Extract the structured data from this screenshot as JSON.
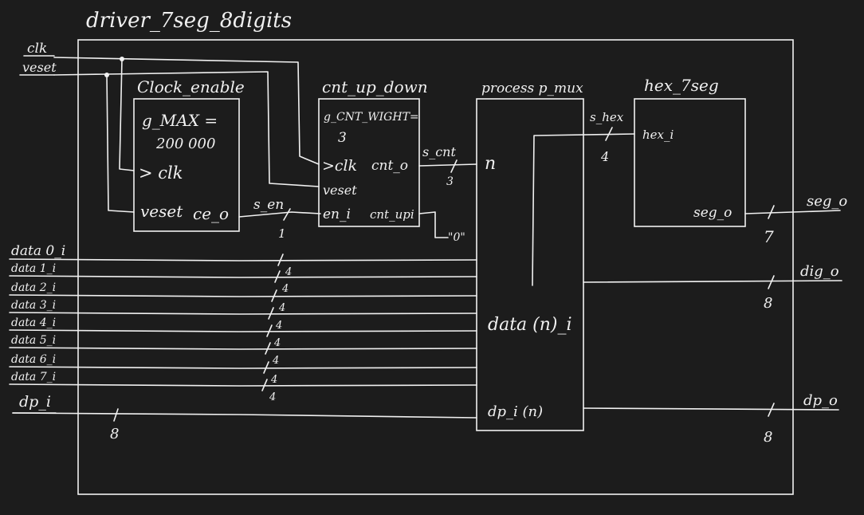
{
  "title": "driver_7seg_8digits",
  "inputs": {
    "clk": "clk",
    "reset": "veset",
    "data": [
      "data 0_i",
      "data 1_i",
      "data 2_i",
      "data 3_i",
      "data 4_i",
      "data 5_i",
      "data 6_i",
      "data 7_i"
    ],
    "dp": "dp_i",
    "dp_width": "8"
  },
  "data_widths": [
    "4",
    "4",
    "4",
    "4",
    "4",
    "4",
    "4",
    "4"
  ],
  "clock_enable": {
    "title": "Clock_enable",
    "generic": "g_MAX =",
    "generic_value": "200 000",
    "port_clk": "> clk",
    "port_reset": "veset",
    "port_out": "ce_o"
  },
  "s_en": {
    "label": "s_en",
    "width": "1"
  },
  "counter": {
    "title": "cnt_up_down",
    "generic": "g_CNT_WIGHT=",
    "generic_value": "3",
    "port_clk": ">clk",
    "port_out": "cnt_o",
    "port_reset": "veset",
    "port_en": "en_i",
    "port_up": "cnt_upi",
    "up_value": "\"0\""
  },
  "s_cnt": {
    "label": "s_cnt",
    "width": "3"
  },
  "mux": {
    "title": "process  p_mux",
    "port_n": "n",
    "port_data": "data (n)_i",
    "port_dp": "dp_i (n)"
  },
  "s_hex": {
    "label": "s_hex",
    "width": "4"
  },
  "hex": {
    "title": "hex_7seg",
    "port_in": "hex_i",
    "port_out": "seg_o"
  },
  "outputs": {
    "seg": "seg_o",
    "seg_width": "7",
    "dig": "dig_o",
    "dig_width": "8",
    "dp": "dp_o",
    "dp_width": "8"
  }
}
